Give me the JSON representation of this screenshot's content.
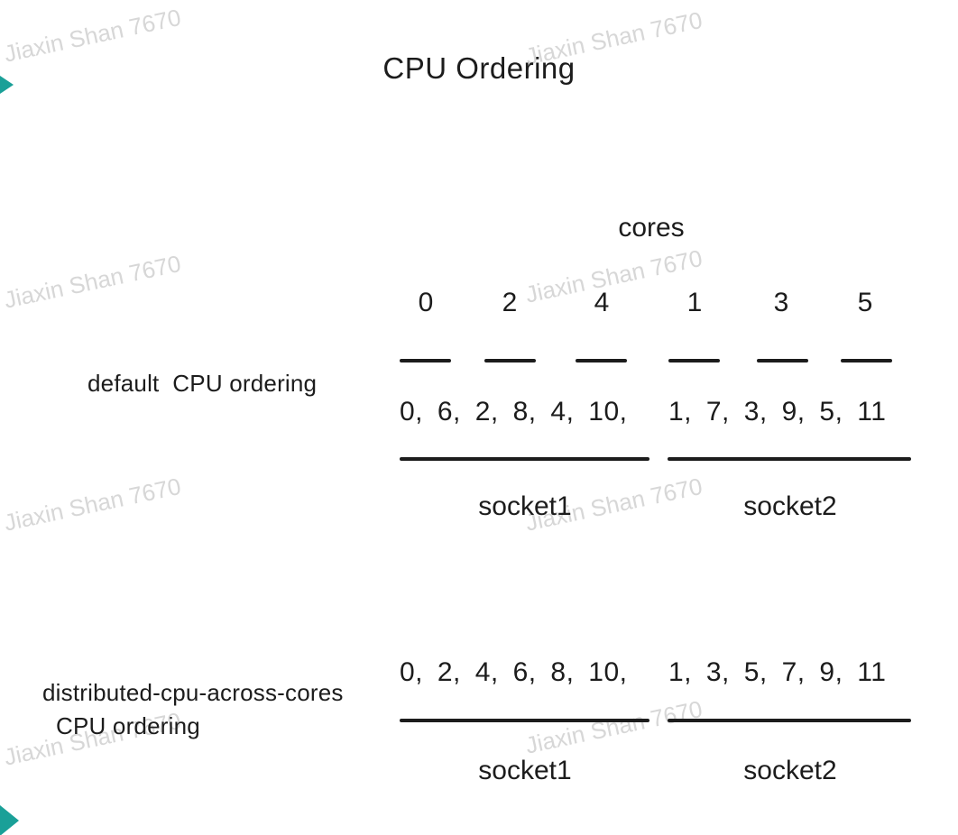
{
  "title": "CPU Ordering",
  "watermark": {
    "text": "Jiaxin Shan 7670",
    "color": "#d7d7d7"
  },
  "accent_color": "#1aa098",
  "cores": {
    "label": "cores",
    "numbers": [
      "0",
      "2",
      "4",
      "1",
      "3",
      "5"
    ]
  },
  "rows": {
    "default": {
      "label": "default  CPU ordering",
      "socket1_cpus": "0, 6, 2, 8, 4, 10,",
      "socket2_cpus": "1, 7, 3, 9, 5, 11",
      "socket1": "socket1",
      "socket2": "socket2"
    },
    "distributed": {
      "label_line1": "distributed-cpu-across-cores",
      "label_line2": "CPU ordering",
      "socket1_cpus": "0, 2, 4, 6, 8, 10,",
      "socket2_cpus": "1, 3, 5, 7, 9, 11",
      "socket1": "socket1",
      "socket2": "socket2"
    }
  }
}
